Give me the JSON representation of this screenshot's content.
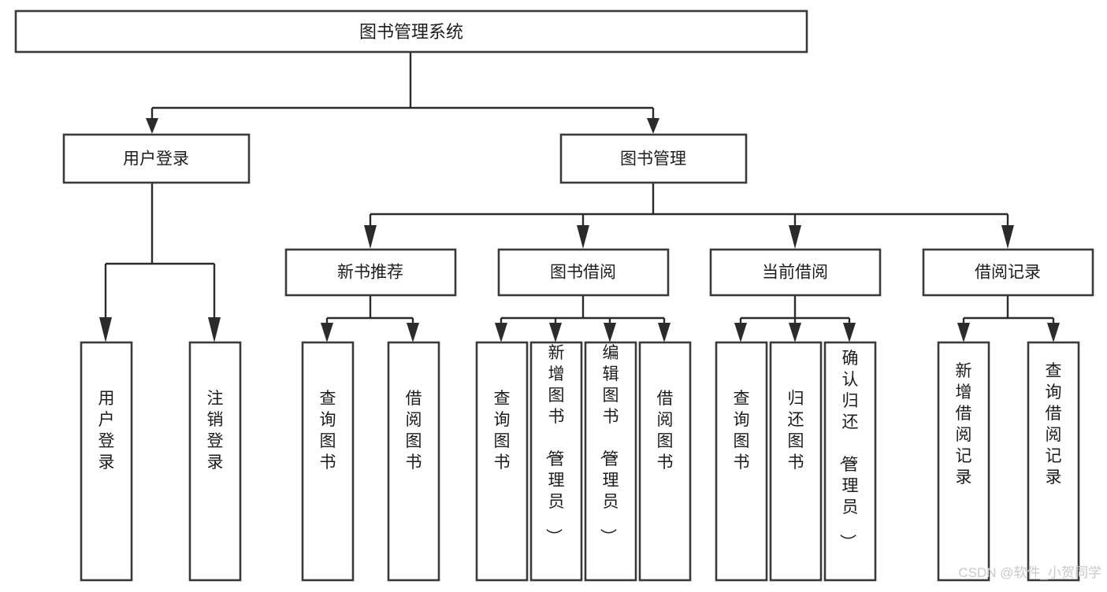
{
  "diagram": {
    "title": "图书管理系统",
    "type": "hierarchy-tree",
    "levels": {
      "root": {
        "label": "图书管理系统"
      },
      "level2": [
        {
          "label": "用户登录"
        },
        {
          "label": "图书管理"
        }
      ],
      "level3": [
        {
          "label": "新书推荐"
        },
        {
          "label": "图书借阅"
        },
        {
          "label": "当前借阅"
        },
        {
          "label": "借阅记录"
        }
      ]
    },
    "leaves": {
      "user_login": [
        {
          "label": "用户登录"
        },
        {
          "label": "注销登录"
        }
      ],
      "new_book_recommend": [
        {
          "label": "查询图书"
        },
        {
          "label": "借阅图书"
        }
      ],
      "book_borrow": [
        {
          "label": "查询图书"
        },
        {
          "label": "新增图书（管理员）"
        },
        {
          "label": "编辑图书（管理员）"
        },
        {
          "label": "借阅图书"
        }
      ],
      "current_borrow": [
        {
          "label": "查询图书"
        },
        {
          "label": "归还图书"
        },
        {
          "label": "确认归还（管理员）"
        }
      ],
      "borrow_record": [
        {
          "label": "新增借阅记录"
        },
        {
          "label": "查询借阅记录"
        }
      ]
    }
  },
  "watermark": {
    "text": "CSDN @软件_小贺同学"
  },
  "colors": {
    "box_stroke": "#3a3a3a",
    "connector": "#2b2b2b",
    "text": "#1c1c1c",
    "background": "#ffffff",
    "watermark": "#c9c9c9"
  }
}
